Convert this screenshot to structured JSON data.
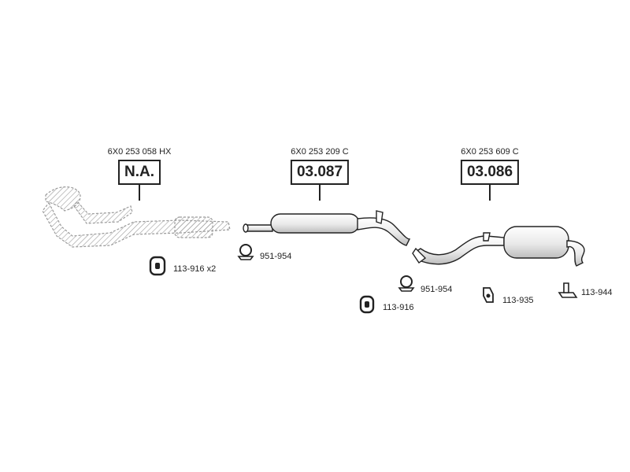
{
  "assemblies": [
    {
      "ref": "6X0 253 058 HX",
      "code": "N.A."
    },
    {
      "ref": "6X0 253 209 C",
      "code": "03.087"
    },
    {
      "ref": "6X0 253 609 C",
      "code": "03.086"
    }
  ],
  "parts": [
    {
      "label": "113-916 x2",
      "icon": "rubber-hanger-icon"
    },
    {
      "label": "951-954",
      "icon": "clamp-icon"
    },
    {
      "label": "951-954",
      "icon": "clamp-icon"
    },
    {
      "label": "113-916",
      "icon": "rubber-hanger-icon"
    },
    {
      "label": "113-935",
      "icon": "hanger-bracket-icon"
    },
    {
      "label": "113-944",
      "icon": "mounting-bracket-icon"
    }
  ],
  "colors": {
    "line": "#222222",
    "hatched": "#9a9a9a",
    "fill": "#ffffff"
  }
}
